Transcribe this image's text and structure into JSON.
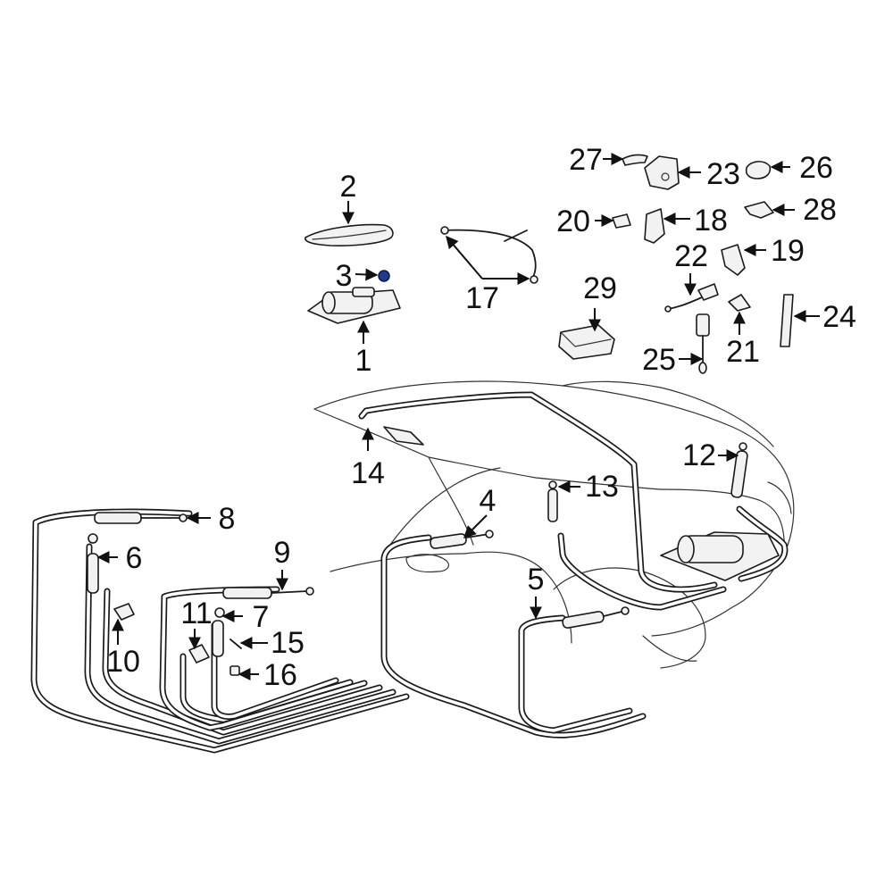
{
  "callouts": [
    {
      "id": "c1",
      "text": "1"
    },
    {
      "id": "c2",
      "text": "2"
    },
    {
      "id": "c3",
      "text": "3"
    },
    {
      "id": "c4",
      "text": "4"
    },
    {
      "id": "c5",
      "text": "5"
    },
    {
      "id": "c6",
      "text": "6"
    },
    {
      "id": "c7",
      "text": "7"
    },
    {
      "id": "c8",
      "text": "8"
    },
    {
      "id": "c9",
      "text": "9"
    },
    {
      "id": "c10",
      "text": "10"
    },
    {
      "id": "c11",
      "text": "11"
    },
    {
      "id": "c12",
      "text": "12"
    },
    {
      "id": "c13",
      "text": "13"
    },
    {
      "id": "c14",
      "text": "14"
    },
    {
      "id": "c15",
      "text": "15"
    },
    {
      "id": "c16",
      "text": "16"
    },
    {
      "id": "c17",
      "text": "17"
    },
    {
      "id": "c18",
      "text": "18"
    },
    {
      "id": "c19",
      "text": "19"
    },
    {
      "id": "c20",
      "text": "20"
    },
    {
      "id": "c21",
      "text": "21"
    },
    {
      "id": "c22",
      "text": "22"
    },
    {
      "id": "c23",
      "text": "23"
    },
    {
      "id": "c24",
      "text": "24"
    },
    {
      "id": "c25",
      "text": "25"
    },
    {
      "id": "c26",
      "text": "26"
    },
    {
      "id": "c27",
      "text": "27"
    },
    {
      "id": "c28",
      "text": "28"
    },
    {
      "id": "c29",
      "text": "29"
    }
  ],
  "colors": {
    "line": "#1a1a1a",
    "background": "#ffffff",
    "accent_part": "#1f3a8a"
  }
}
